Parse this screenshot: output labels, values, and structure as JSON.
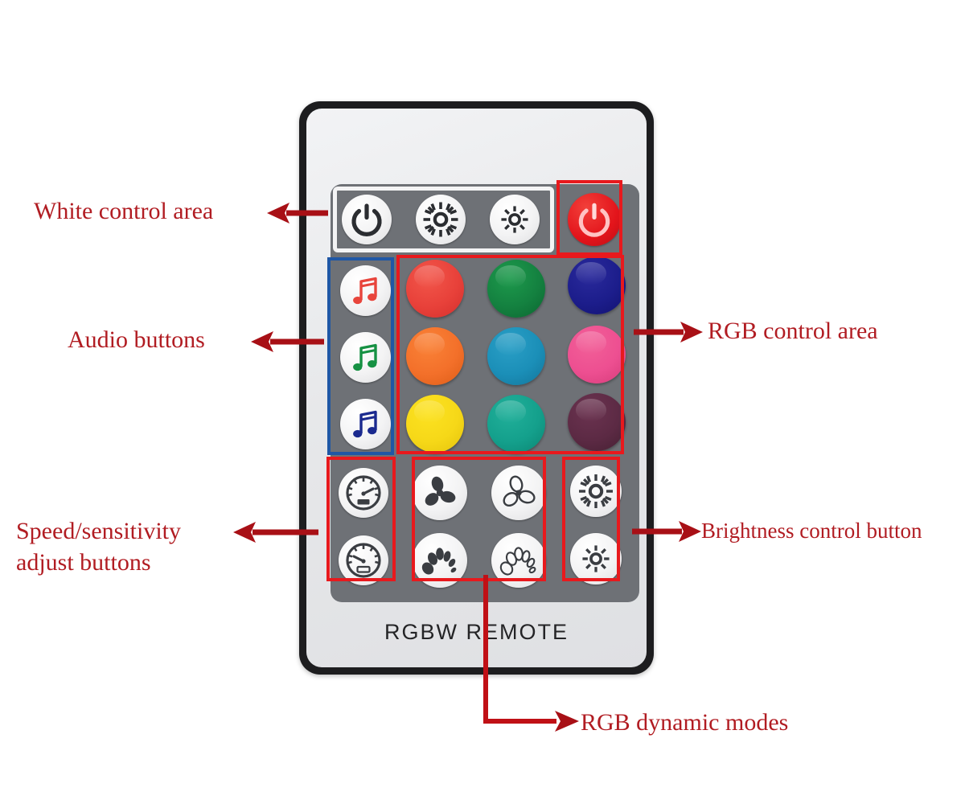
{
  "scene": {
    "background_color": "#ffffff",
    "device_name": "RGBW REMOTE",
    "brand_text": "RGBW REMOTE"
  },
  "colors": {
    "annotation_red": "#b11c22",
    "box_red": "#e8191d",
    "box_blue": "#1f57a5",
    "arrow_red": "#a81016",
    "remote_edge": "#1d1d1f",
    "remote_face": "#e7e8ea",
    "keypad_gray": "#6e7176",
    "key_white": "#f4f4f5"
  },
  "annotations": [
    {
      "id": "white-control-area",
      "label": "White control area",
      "arrow_direction": "right-to-left",
      "box_color": "#f4f4f5",
      "box_style": "white"
    },
    {
      "id": "audio-buttons",
      "label": "Audio buttons",
      "arrow_direction": "right-to-left",
      "box_color": "#1f57a5",
      "box_style": "blue"
    },
    {
      "id": "speed-sensitivity-adjust-buttons",
      "label_line1": "Speed/sensitivity",
      "label_line2": "adjust buttons",
      "arrow_direction": "right-to-left",
      "box_color": "#e8191d",
      "box_style": "red"
    },
    {
      "id": "rgb-control-area",
      "label": "RGB control area",
      "arrow_direction": "left-to-right",
      "box_color": "#e8191d",
      "box_style": "red"
    },
    {
      "id": "brightness-control-button",
      "label": "Brightness control button",
      "arrow_direction": "left-to-right",
      "box_color": "#e8191d",
      "box_style": "red"
    },
    {
      "id": "rgb-dynamic-modes",
      "label": "RGB dynamic modes",
      "arrow_direction": "down-then-right",
      "box_color": "#e8191d",
      "box_style": "red"
    },
    {
      "id": "red-power-button-box",
      "label": "",
      "arrow_direction": "none",
      "box_color": "#e8191d",
      "box_style": "red"
    }
  ],
  "remote": {
    "white_control_row": [
      {
        "name": "white-power",
        "icon": "power-icon",
        "icon_color": "#2b2d31",
        "style": "outlined"
      },
      {
        "name": "white-brightness-up",
        "icon": "sun-bright-icon",
        "icon_color": "#2b2d31",
        "style": "rays-long"
      },
      {
        "name": "white-brightness-down",
        "icon": "sun-dim-icon",
        "icon_color": "#2b2d31",
        "style": "rays-short"
      }
    ],
    "rgb_power_button": {
      "name": "rgb-power",
      "icon": "power-icon",
      "color": "#e31b23",
      "icon_color": "#ffb6b6"
    },
    "audio_buttons": [
      {
        "name": "audio-mode-1",
        "icon": "music-note-icon",
        "icon_color": "#e8453c"
      },
      {
        "name": "audio-mode-2",
        "icon": "music-note-icon",
        "icon_color": "#169143"
      },
      {
        "name": "audio-mode-3",
        "icon": "music-note-icon",
        "icon_color": "#1b2a8f"
      }
    ],
    "color_buttons": [
      {
        "name": "color-red",
        "color": "#ea4338"
      },
      {
        "name": "color-green",
        "color": "#13843f"
      },
      {
        "name": "color-blue",
        "color": "#1d1e8c"
      },
      {
        "name": "color-orange",
        "color": "#f3702a"
      },
      {
        "name": "color-cyan",
        "color": "#1b8fb8"
      },
      {
        "name": "color-pink",
        "color": "#ed4f91"
      },
      {
        "name": "color-yellow",
        "color": "#f6d818"
      },
      {
        "name": "color-teal",
        "color": "#14a08c"
      },
      {
        "name": "color-dark-purple",
        "color": "#5c2a44"
      }
    ],
    "speed_buttons": [
      {
        "name": "speed-up",
        "icon": "gauge-fast-icon",
        "icon_color": "#3a3d42"
      },
      {
        "name": "speed-down",
        "icon": "gauge-slow-icon",
        "icon_color": "#3a3d42"
      }
    ],
    "dynamic_mode_buttons": [
      {
        "name": "mode-fan-filled",
        "icon": "fan-filled-icon",
        "icon_color": "#3a3d42"
      },
      {
        "name": "mode-fan-outline",
        "icon": "fan-outline-icon",
        "icon_color": "#3a3d42"
      },
      {
        "name": "mode-fade-filled",
        "icon": "fade-filled-icon",
        "icon_color": "#3a3d42"
      },
      {
        "name": "mode-fade-outline",
        "icon": "fade-outline-icon",
        "icon_color": "#3a3d42"
      }
    ],
    "brightness_buttons": [
      {
        "name": "rgb-brightness-up",
        "icon": "sun-bright-icon",
        "icon_color": "#3a3d42"
      },
      {
        "name": "rgb-brightness-down",
        "icon": "sun-dim-icon",
        "icon_color": "#3a3d42"
      }
    ]
  }
}
